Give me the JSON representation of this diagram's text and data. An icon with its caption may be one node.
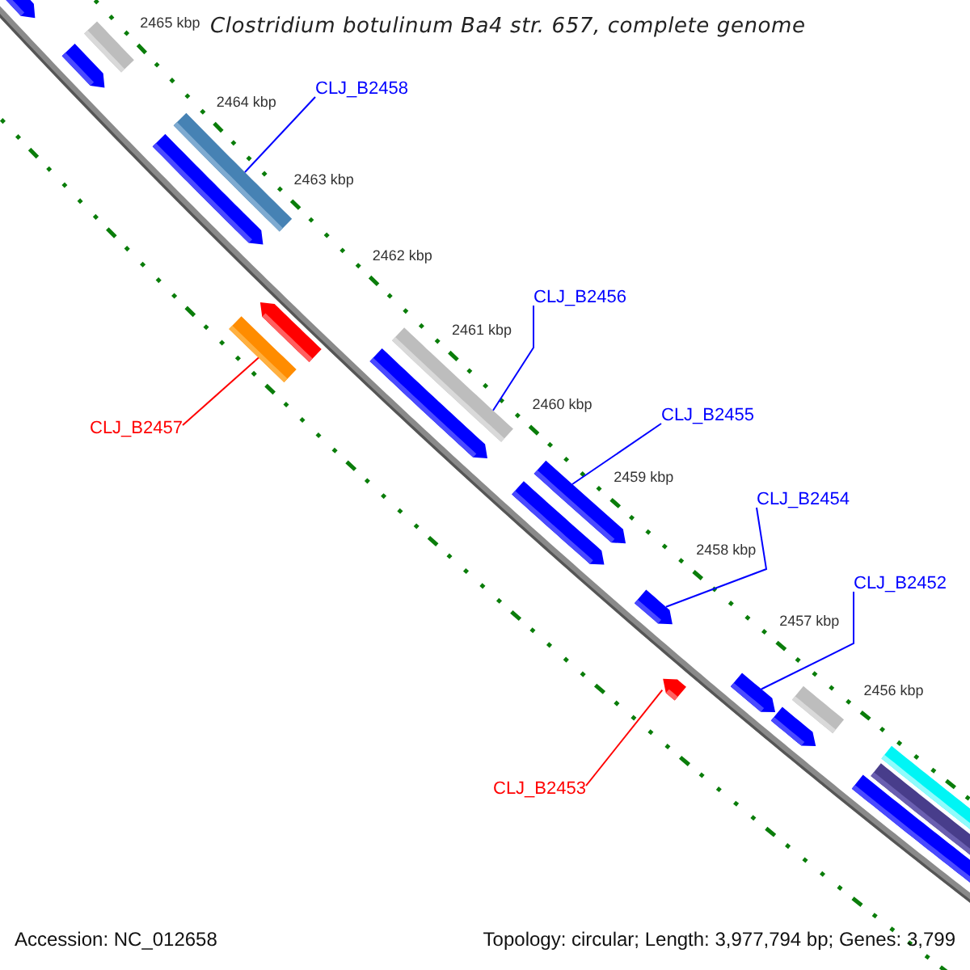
{
  "diagram": {
    "title": "Clostridium botulinum Ba4 str. 657, complete genome",
    "nodes": [
      {
        "text": [
          "CLJ_B2458"
        ]
      },
      {
        "text": [],
        "shape": "bar"
      },
      {
        "text": [
          "CLJ_B2456"
        ]
      },
      {
        "text": [],
        "shape": "bar"
      },
      {
        "text": [
          "CLJ_B2457"
        ]
      },
      {
        "text": [],
        "shape": "bar"
      },
      {
        "text": [
          "CLJ_B2455"
        ]
      },
      {
        "text": [],
        "shape": "arrow"
      },
      {
        "text": [
          "CLJ_B2454"
        ]
      },
      {
        "text": [],
        "shape": "arrow"
      },
      {
        "text": [
          "CLJ_B2452"
        ]
      },
      {
        "text": [],
        "shape": "arrow"
      },
      {
        "text": [
          "CLJ_B2453"
        ]
      },
      {
        "text": [],
        "shape": "arrow"
      },
      {
        "text": [],
        "shape": "arrow"
      },
      {
        "text": [],
        "shape": "bar"
      },
      {
        "text": [],
        "shape": "arrow"
      },
      {
        "text": [],
        "shape": "arrow"
      },
      {
        "text": [],
        "shape": "arrow"
      },
      {
        "text": [],
        "shape": "arrow"
      },
      {
        "text": [],
        "shape": "arrow"
      },
      {
        "text": [],
        "shape": "arrow"
      },
      {
        "text": [],
        "shape": "bar"
      },
      {
        "text": [],
        "shape": "bar"
      }
    ],
    "edges": [
      {
        "from": 0,
        "to": 1,
        "arrow": "none"
      },
      {
        "from": 2,
        "to": 3,
        "arrow": "none"
      },
      {
        "from": 4,
        "to": 5,
        "arrow": "none",
        "color": "#ff0000"
      },
      {
        "from": 6,
        "to": 7,
        "arrow": "none"
      },
      {
        "from": 8,
        "to": 9,
        "arrow": "none"
      },
      {
        "from": 10,
        "to": 11,
        "arrow": "none"
      },
      {
        "from": 12,
        "to": 13,
        "arrow": "none",
        "color": "#ff0000"
      }
    ],
    "labels": [
      "2465 kbp",
      "2464 kbp",
      "2463 kbp",
      "2462 kbp",
      "2461 kbp",
      "2460 kbp",
      "2459 kbp",
      "2458 kbp",
      "2457 kbp",
      "2456 kbp",
      "Accession: NC_012658",
      "Topology: circular; Length: 3,977,794 bp; Genes: 3,799"
    ]
  }
}
